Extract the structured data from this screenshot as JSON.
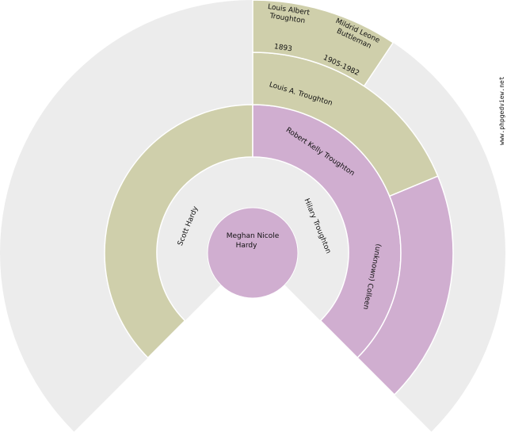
{
  "colors": {
    "male": "#cfcfab",
    "female": "#d0aed0",
    "empty": "#ececec",
    "separator": "#ffffff"
  },
  "watermark": "www.phpgedview.net",
  "root": {
    "name_lines": [
      "Meghan Nicole",
      "Hardy"
    ],
    "sex": "female"
  },
  "people": [
    {
      "generation": 1,
      "slot": 0,
      "name_lines": [
        "Scott Hardy"
      ],
      "dates": "",
      "sex": "male"
    },
    {
      "generation": 1,
      "slot": 1,
      "name_lines": [
        "Hilary Troughton"
      ],
      "dates": "",
      "sex": "female"
    },
    {
      "generation": 2,
      "slot": 2,
      "name_lines": [
        "Robert Kelly Troughton"
      ],
      "dates": "",
      "sex": "male"
    },
    {
      "generation": 2,
      "slot": 3,
      "name_lines": [
        "(unknown) Colleen"
      ],
      "dates": "",
      "sex": "female"
    },
    {
      "generation": 3,
      "slot": 4,
      "name_lines": [
        "Louis A. Troughton"
      ],
      "dates": "",
      "sex": "male"
    },
    {
      "generation": 3,
      "slot": 5,
      "name_lines": [],
      "dates": "",
      "sex": "empty"
    },
    {
      "generation": 4,
      "slot": 8,
      "name_lines": [
        "Louis Albert",
        "Troughton"
      ],
      "dates": "1893",
      "sex": "male"
    },
    {
      "generation": 4,
      "slot": 9,
      "name_lines": [
        "Mildrid Leone",
        "Buttleman"
      ],
      "dates": "1905-1982",
      "sex": "female"
    }
  ]
}
